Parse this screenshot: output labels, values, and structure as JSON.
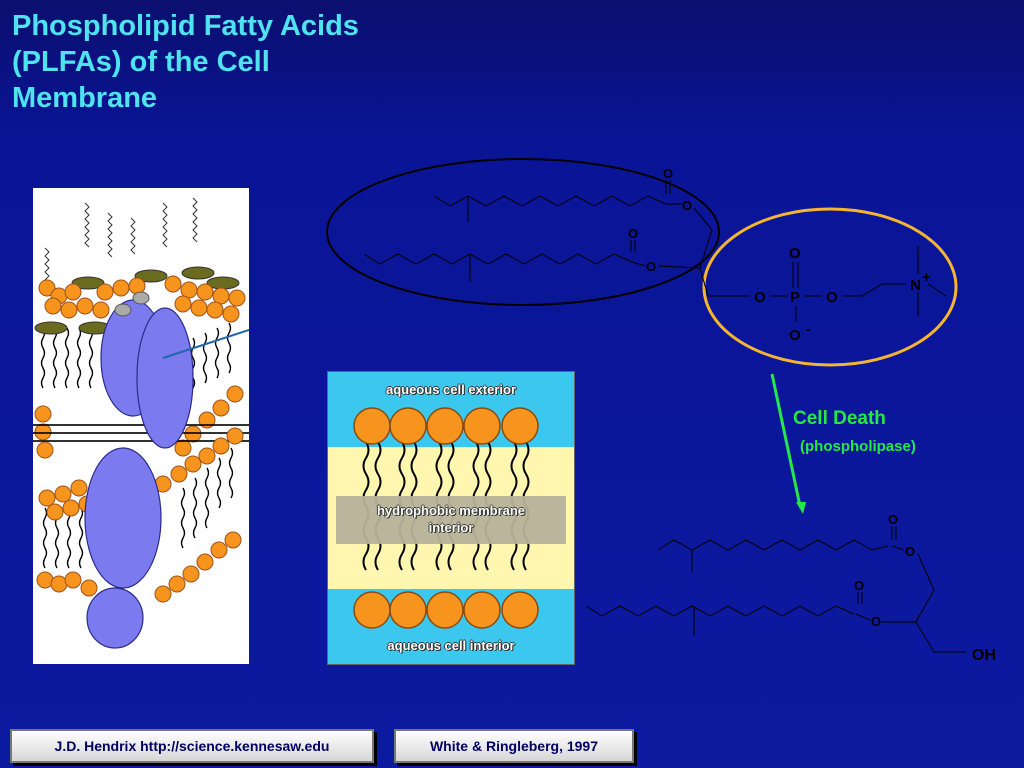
{
  "slide": {
    "title_lines": [
      "Phospholipid Fatty Acids",
      "(PLFAs) of the Cell",
      "Membrane"
    ]
  },
  "bilayer": {
    "exterior_label": "aqueous cell exterior",
    "interior_mid_line1": "hydrophobic membrane",
    "interior_mid_line2": "interior",
    "interior_label": "aqueous cell interior"
  },
  "molecule": {
    "o_label": "O",
    "p_label": "P",
    "n_label": "N",
    "plus": "+",
    "minus": "-",
    "oh_label": "OH"
  },
  "annotation": {
    "cell_death": "Cell Death",
    "phospholipase": "(phospholipase)"
  },
  "footer": {
    "left": "J.D. Hendrix http://science.kennesaw.edu",
    "right": "White & Ringleberg, 1997"
  },
  "colors": {
    "title": "#4ee3ee",
    "green": "#22e84a",
    "lipid_head": "#f7941d",
    "protein": "#7b7bef"
  }
}
